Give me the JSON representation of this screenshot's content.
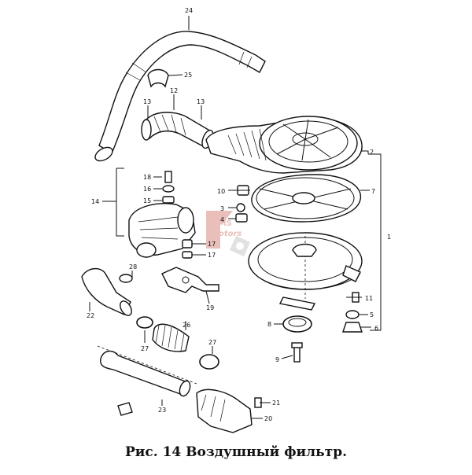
{
  "figure": {
    "caption": "Рис. 14 Воздушный фильтр.",
    "watermark": {
      "line1": "BMS",
      "line2": "Motors",
      "color": "#d98c80"
    }
  },
  "callouts": [
    "1",
    "2",
    "3",
    "4",
    "5",
    "6",
    "7",
    "8",
    "9",
    "10",
    "11",
    "12",
    "13",
    "13",
    "14",
    "15",
    "16",
    "17",
    "17",
    "18",
    "19",
    "20",
    "21",
    "22",
    "23",
    "24",
    "25",
    "26",
    "27",
    "27",
    "28"
  ]
}
